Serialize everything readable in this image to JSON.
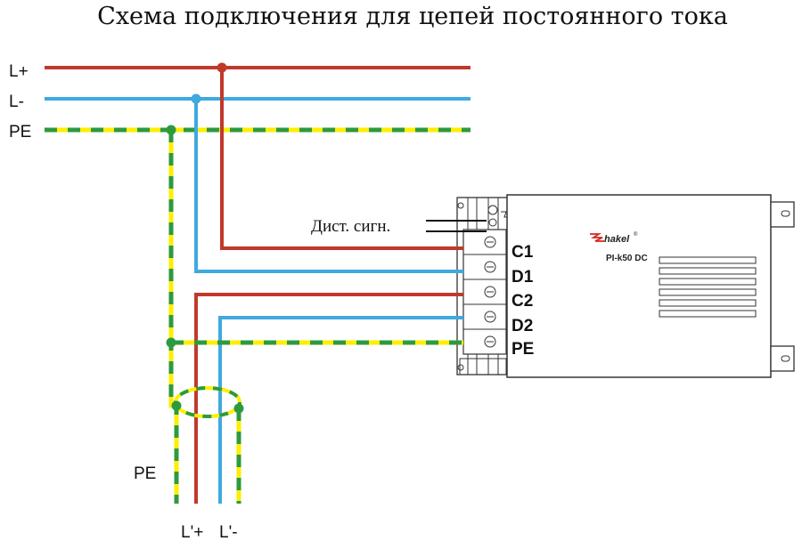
{
  "title": "Схема  подключения для цепей постоянного тока",
  "bus_labels": {
    "l_plus": "L+",
    "l_minus": "L-",
    "pe": "PE"
  },
  "remote_signal_label": "Дист. сигн.",
  "terminals": [
    "C1",
    "D1",
    "C2",
    "D2",
    "PE"
  ],
  "device": {
    "brand": "hakel",
    "brand_mark": "®",
    "model": "PI-k50 DC"
  },
  "output_labels": {
    "pe": "PE",
    "l_plus_out": "L'+",
    "l_minus_out": "L'-"
  },
  "colors": {
    "positive": "#c0392b",
    "negative": "#3fa9e0",
    "pe_yellow": "#ffee00",
    "pe_green": "#2e9a3e",
    "outline": "#333333"
  }
}
